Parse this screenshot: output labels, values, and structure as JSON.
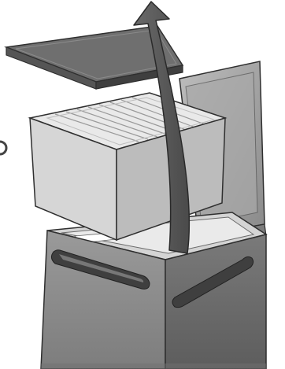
{
  "diagram": {
    "subject": "",
    "palette": {
      "lid_top": "#6f6f6f",
      "lid_edge": "#4a4a4a",
      "cube_top": "#e7e7e7",
      "cube_front": "#d9d9d9",
      "cube_side": "#bdbdbd",
      "base_front": "#8d8d8d",
      "base_side": "#6c6c6c",
      "base_inner": "#cfcfcf",
      "arrow": "#5a5a5a",
      "outline": "#2f2f2f"
    },
    "parts": [
      {
        "name": "lid",
        "kind": "panel"
      },
      {
        "name": "foam-cube",
        "kind": "box"
      },
      {
        "name": "opened-flap",
        "kind": "panel"
      },
      {
        "name": "shipping-box-base",
        "kind": "box"
      },
      {
        "name": "lift-direction-arrow",
        "kind": "arrow-icon"
      },
      {
        "name": "side-handle-left",
        "kind": "slot"
      },
      {
        "name": "side-handle-right",
        "kind": "slot"
      }
    ]
  }
}
